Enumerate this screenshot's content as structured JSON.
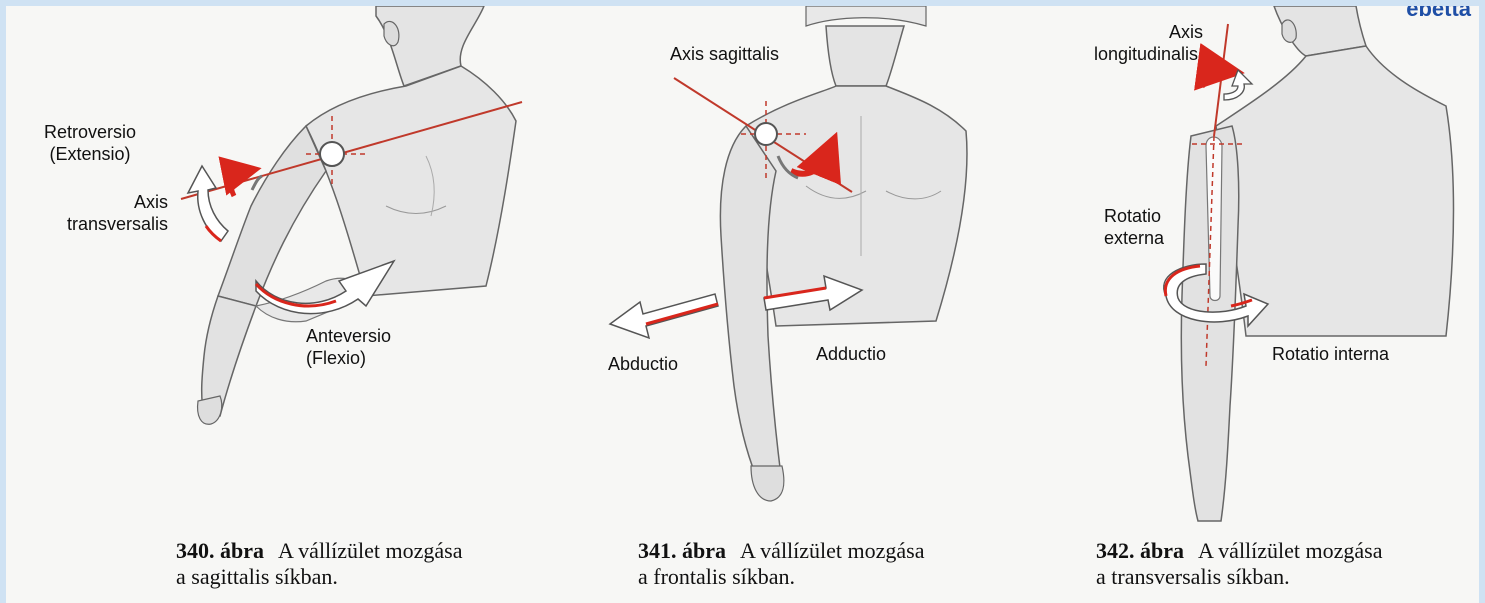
{
  "corner_text": "ebetta",
  "figures": [
    {
      "id": "fig340",
      "labels": {
        "retroversio": "Retroversio",
        "extensio": "(Extensio)",
        "axis": "Axis",
        "axis_name": "transversalis",
        "anteversio": "Anteversio",
        "flexio": "(Flexio)"
      },
      "caption": {
        "number": "340. ábra",
        "line1": "A vállízület mozgása",
        "line2": "a sagittalis síkban."
      }
    },
    {
      "id": "fig341",
      "labels": {
        "axis": "Axis sagittalis",
        "abductio": "Abductio",
        "adductio": "Adductio"
      },
      "caption": {
        "number": "341. ábra",
        "line1": "A vállízület mozgása",
        "line2": "a frontalis síkban."
      }
    },
    {
      "id": "fig342",
      "labels": {
        "axis": "Axis",
        "axis_name": "longitudinalis",
        "rot_ext_1": "Rotatio",
        "rot_ext_2": "externa",
        "rot_int": "Rotatio interna"
      },
      "caption": {
        "number": "342. ábra",
        "line1": "A vállízület mozgása",
        "line2": "a transversalis síkban."
      }
    }
  ],
  "colors": {
    "axis_line": "#c0392b",
    "arrow_red": "#d9261c",
    "skin": "#e6e6e6",
    "outline": "#555555"
  }
}
